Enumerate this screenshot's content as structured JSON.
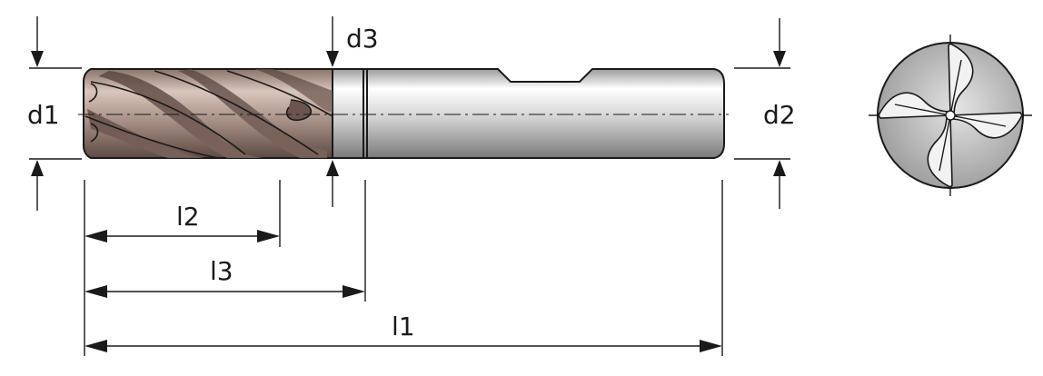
{
  "labels": {
    "d1": "d1",
    "d2": "d2",
    "d3": "d3",
    "l1": "l1",
    "l2": "l2",
    "l3": "l3"
  },
  "colors": {
    "coating_dark": "#6e5750",
    "coating_light": "#c9b3a8",
    "shank_dark": "#7a7a7a",
    "shank_light": "#ededed",
    "line": "#1a1a1a"
  }
}
